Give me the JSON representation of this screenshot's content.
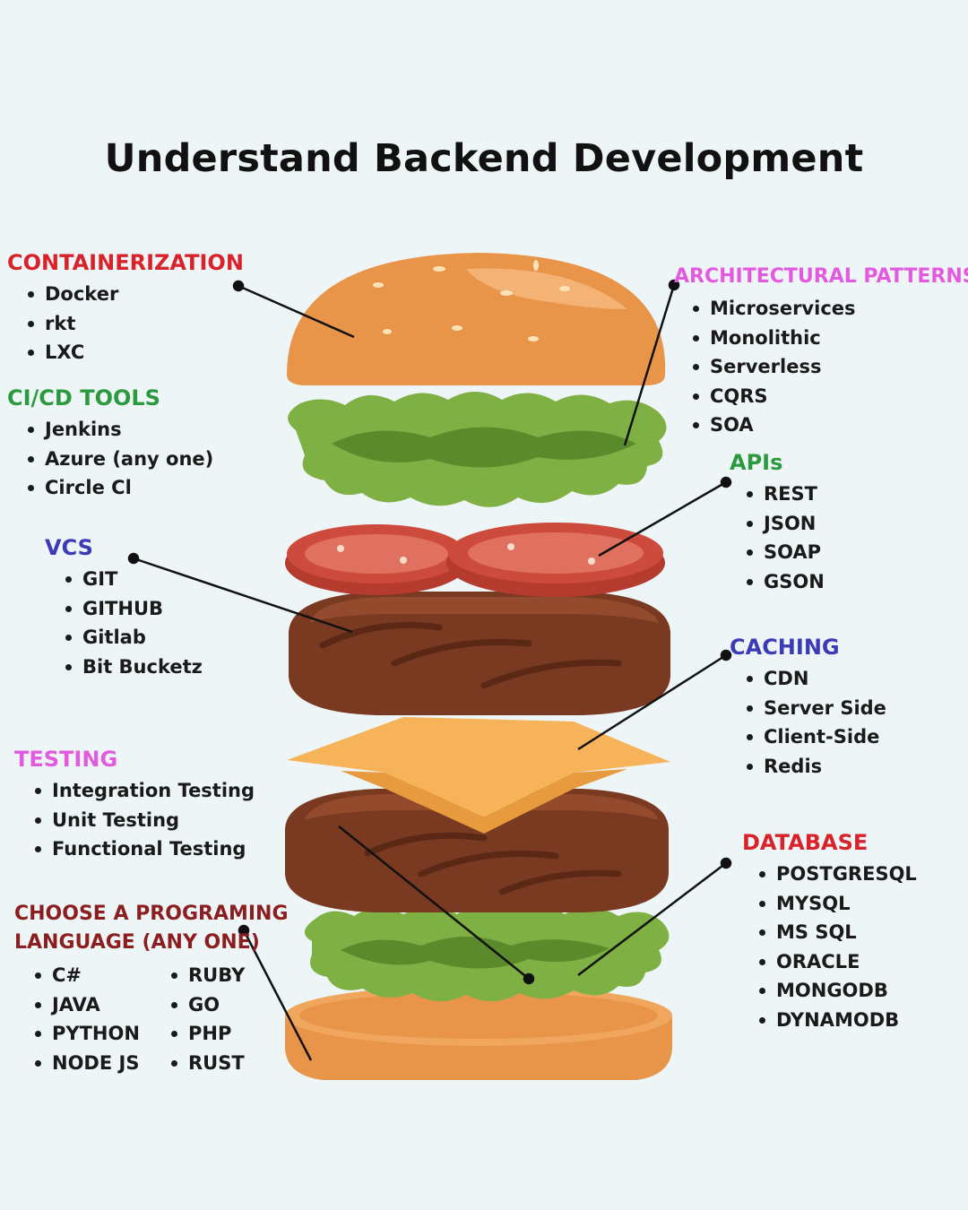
{
  "title": "Understand Backend Development",
  "sections": {
    "containerization": {
      "heading": "CONTAINERIZATION",
      "color": "#d8232a",
      "items": [
        "Docker",
        "rkt",
        "LXC"
      ]
    },
    "cicd": {
      "heading": "CI/CD TOOLS",
      "color": "#2b9a3e",
      "items": [
        "Jenkins",
        "Azure (any one)",
        "Circle Cl"
      ]
    },
    "vcs": {
      "heading": "VCS",
      "color": "#3b3bb5",
      "items": [
        "GIT",
        "GITHUB",
        "Gitlab",
        "Bit Bucketz"
      ]
    },
    "testing": {
      "heading": "TESTING",
      "color": "#e25ae0",
      "items": [
        "Integration Testing",
        "Unit Testing",
        "Functional Testing"
      ]
    },
    "language": {
      "heading_line1": "CHOOSE A PROGRAMING",
      "heading_line2": "LANGUAGE (ANY ONE)",
      "color": "#8b1e1e",
      "col1": [
        "C#",
        "JAVA",
        "PYTHON",
        "NODE JS"
      ],
      "col2": [
        "RUBY",
        "GO",
        "PHP",
        "RUST"
      ]
    },
    "architecture": {
      "heading": "ARCHITECTURAL PATTERNS",
      "color": "#e25ae0",
      "items": [
        "Microservices",
        "Monolithic",
        "Serverless",
        "CQRS",
        "SOA"
      ]
    },
    "apis": {
      "heading": "APIs",
      "color": "#2b9a3e",
      "items": [
        "REST",
        "JSON",
        "SOAP",
        "GSON"
      ]
    },
    "caching": {
      "heading": "CACHING",
      "color": "#3b3bb5",
      "items": [
        "CDN",
        "Server Side",
        "Client-Side",
        "Redis"
      ]
    },
    "database": {
      "heading": "DATABASE",
      "color": "#d8232a",
      "items": [
        "POSTGRESQL",
        "MYSQL",
        "MS SQL",
        "ORACLE",
        "MONGODB",
        "DYNAMODB"
      ]
    }
  },
  "colors": {
    "bun": "#e8954a",
    "bun_dark": "#cf7a33",
    "lettuce": "#7fb043",
    "lettuce_dark": "#5b8a2c",
    "tomato": "#cc4b3d",
    "patty": "#7a3a22",
    "cheese": "#f7b35a"
  }
}
